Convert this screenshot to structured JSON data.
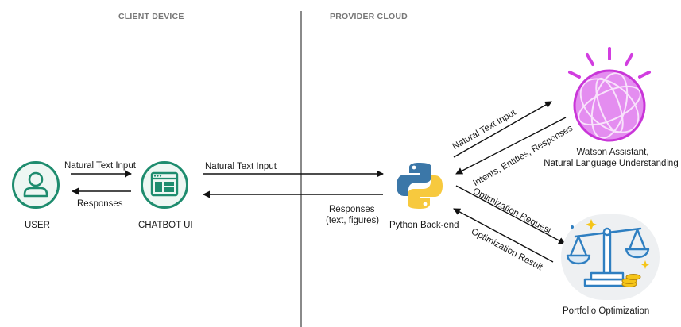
{
  "sections": {
    "client": "CLIENT DEVICE",
    "provider": "PROVIDER CLOUD"
  },
  "nodes": {
    "user": "USER",
    "chatbot": "CHATBOT UI",
    "backend": "Python Back-end",
    "watson_line1": "Watson Assistant,",
    "watson_line2": "Natural Language Understanding",
    "portfolio": "Portfolio Optimization"
  },
  "edges": {
    "user_to_chatbot": "Natural Text Input",
    "chatbot_to_user": "Responses",
    "chatbot_to_backend": "Natural Text Input",
    "backend_to_chatbot_line1": "Responses",
    "backend_to_chatbot_line2": "(text, figures)",
    "backend_to_watson": "Natural Text Input",
    "watson_to_backend": "Intents, Entities, Responses",
    "backend_to_optim": "Optimization Request",
    "optim_to_backend": "Optimization Result"
  },
  "colors": {
    "accent_green": "#1e8c6e",
    "arrow": "#111111",
    "divider": "#8a8a8a",
    "python_blue": "#3b77a8",
    "python_yellow": "#f7c93e",
    "watson_magenta": "#d23ee0",
    "optim_blue": "#2f7fc1"
  },
  "icons": {
    "user": "person-icon",
    "chatbot": "browser-window-icon",
    "backend": "python-logo-icon",
    "watson": "watson-globe-icon",
    "portfolio": "balance-scale-icon"
  }
}
